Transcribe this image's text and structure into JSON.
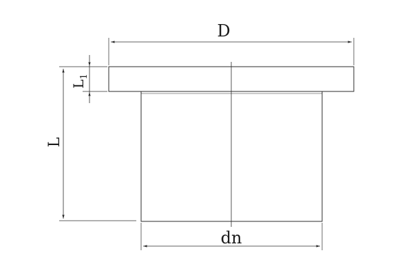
{
  "labels": {
    "diameter": "D",
    "flange_thickness": "L",
    "flange_thickness_sub": "1",
    "length": "L",
    "nominal_diameter": "dn"
  },
  "colors": {
    "line": "#2b2b2b",
    "background": "#ffffff"
  }
}
